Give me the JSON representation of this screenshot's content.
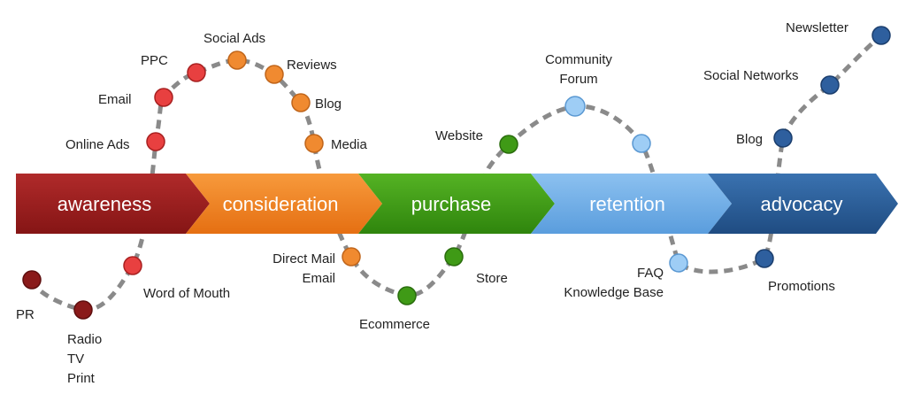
{
  "stages": [
    {
      "id": "awareness",
      "label": "awareness",
      "color": "#9b1c1c"
    },
    {
      "id": "consideration",
      "label": "consideration",
      "color": "#f07c1e"
    },
    {
      "id": "purchase",
      "label": "purchase",
      "color": "#3f9a16"
    },
    {
      "id": "retention",
      "label": "retention",
      "color": "#6aaae6"
    },
    {
      "id": "advocacy",
      "label": "advocacy",
      "color": "#275a97"
    }
  ],
  "touchpoints": {
    "pr": "PR",
    "radio": [
      "Radio",
      "TV",
      "Print"
    ],
    "word_of_mouth": "Word of Mouth",
    "online_ads": "Online Ads",
    "email": "Email",
    "ppc": "PPC",
    "social_ads": "Social Ads",
    "reviews": "Reviews",
    "blog": "Blog",
    "media": "Media",
    "direct_mail": [
      "Direct Mail",
      "Email"
    ],
    "ecommerce": "Ecommerce",
    "store": "Store",
    "website": "Website",
    "community_forum": [
      "Community",
      "Forum"
    ],
    "faq": [
      "FAQ",
      "Knowledge Base"
    ],
    "promotions": "Promotions",
    "advocacy_blog": "Blog",
    "social_networks": "Social Networks",
    "newsletter": "Newsletter"
  }
}
